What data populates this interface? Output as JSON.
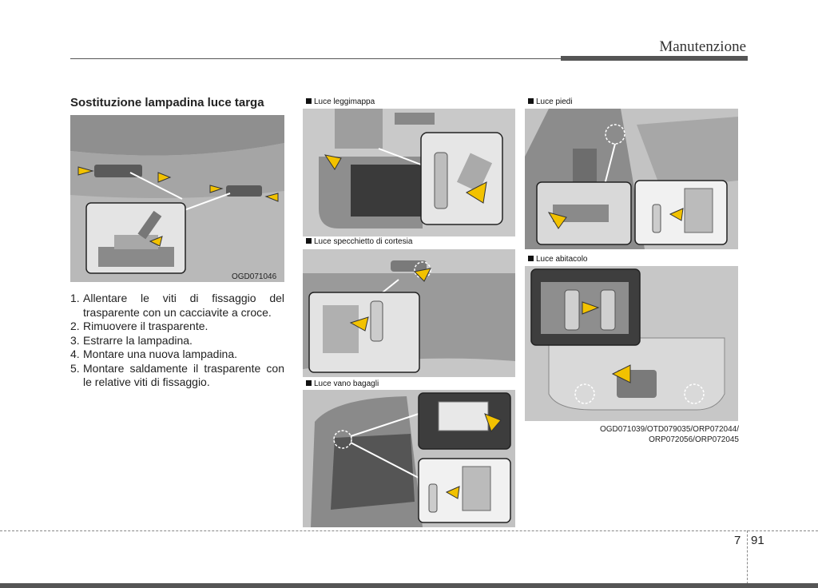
{
  "header": {
    "title": "Manutenzione"
  },
  "section": {
    "title": "Sostituzione lampadina luce targa"
  },
  "figures": {
    "plate": {
      "code": "OGD071046"
    },
    "map": {
      "label": "Luce leggimappa"
    },
    "foot": {
      "label": "Luce piedi"
    },
    "vanity": {
      "label": "Luce specchietto di cortesia"
    },
    "cabin": {
      "label": "Luce abitacolo"
    },
    "cargo": {
      "label": "Luce vano bagagli"
    }
  },
  "steps": [
    {
      "num": "1.",
      "text": "Allentare le viti di fissaggio del trasparente con un cacciavite a croce."
    },
    {
      "num": "2.",
      "text": "Rimuovere il trasparente."
    },
    {
      "num": "3.",
      "text": "Estrarre la lampadina."
    },
    {
      "num": "4.",
      "text": "Montare una nuova lampadina."
    },
    {
      "num": "5.",
      "text": "Montare saldamente il trasparente con le relative viti di fissaggio."
    }
  ],
  "codes_right": {
    "line1": "OGD071039/OTD079035/ORP072044/",
    "line2": "ORP072056/ORP072045"
  },
  "footer": {
    "chapter": "7",
    "page": "91"
  },
  "colors": {
    "arrow": "#f2c200",
    "rule": "#555555"
  }
}
